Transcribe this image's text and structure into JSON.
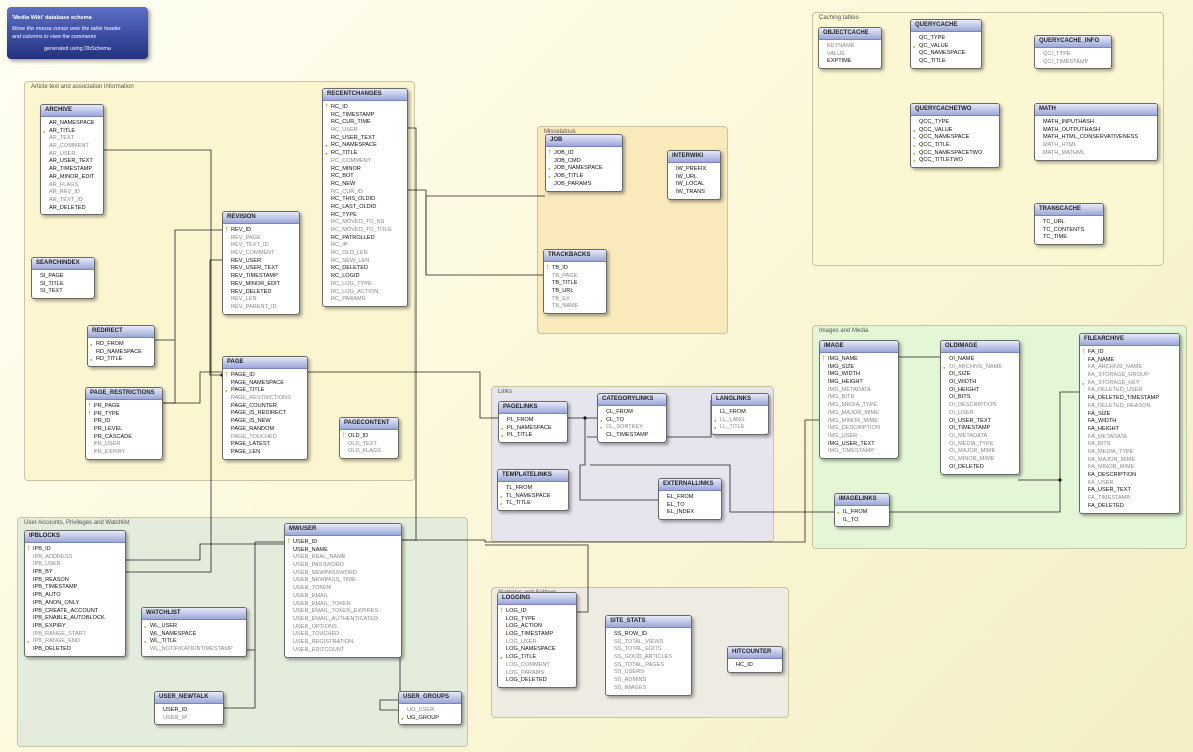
{
  "info": {
    "title": "'Media Wiki' database schema",
    "hint_line1": "Move the mouse cursor over the table header",
    "hint_line2": "and columns to view the comments",
    "generated": "generated using DbSchema"
  },
  "groups": [
    {
      "label": "Article text and association information",
      "color": "#fbf6cf"
    },
    {
      "label": "Miscelatous",
      "color": "#f9e9bb"
    },
    {
      "label": "Caching tables",
      "color": "#fbf7d3"
    },
    {
      "label": "Images and Media",
      "color": "#e3f6d5"
    },
    {
      "label": "Links",
      "color": "#e6e4ec"
    },
    {
      "label": "User Accounts, Privileges and Watchlist",
      "color": "#e4ecdc"
    },
    {
      "label": "Statistics and Settings",
      "color": "#eeebe2"
    }
  ],
  "tables": [
    {
      "name": "ARCHIVE",
      "columns": [
        {
          "n": "AR_NAMESPACE"
        },
        {
          "n": "AR_TITLE",
          "k": "idx"
        },
        {
          "n": "AR_TEXT",
          "d": true
        },
        {
          "n": "AR_COMMENT",
          "d": true
        },
        {
          "n": "AR_USER",
          "d": true
        },
        {
          "n": "AR_USER_TEXT"
        },
        {
          "n": "AR_TIMESTAMP"
        },
        {
          "n": "AR_MINOR_EDIT"
        },
        {
          "n": "AR_FLAGS",
          "d": true
        },
        {
          "n": "AR_REV_ID",
          "d": true
        },
        {
          "n": "AR_TEXT_ID",
          "d": true
        },
        {
          "n": "AR_DELETED"
        }
      ]
    },
    {
      "name": "SEARCHINDEX",
      "columns": [
        {
          "n": "SI_PAGE"
        },
        {
          "n": "SI_TITLE"
        },
        {
          "n": "SI_TEXT"
        }
      ]
    },
    {
      "name": "REDIRECT",
      "columns": [
        {
          "n": "RD_FROM",
          "k": "idx"
        },
        {
          "n": "RD_NAMESPACE"
        },
        {
          "n": "RD_TITLE",
          "k": "idx"
        }
      ]
    },
    {
      "name": "PAGE_RESTRICTIONS",
      "columns": [
        {
          "n": "PR_PAGE",
          "k": "pk"
        },
        {
          "n": "PR_TYPE",
          "k": "pk"
        },
        {
          "n": "PR_ID"
        },
        {
          "n": "PR_LEVEL"
        },
        {
          "n": "PR_CASCADE"
        },
        {
          "n": "PR_USER",
          "d": true
        },
        {
          "n": "PR_EXPIRY",
          "d": true
        }
      ]
    },
    {
      "name": "REVISION",
      "columns": [
        {
          "n": "REV_ID",
          "k": "pk"
        },
        {
          "n": "REV_PAGE",
          "d": true
        },
        {
          "n": "REV_TEXT_ID",
          "d": true
        },
        {
          "n": "REV_COMMENT",
          "d": true
        },
        {
          "n": "REV_USER"
        },
        {
          "n": "REV_USER_TEXT"
        },
        {
          "n": "REV_TIMESTAMP"
        },
        {
          "n": "REV_MINOR_EDIT"
        },
        {
          "n": "REV_DELETED"
        },
        {
          "n": "REV_LEN",
          "d": true
        },
        {
          "n": "REV_PARENT_ID",
          "d": true
        }
      ]
    },
    {
      "name": "PAGE",
      "columns": [
        {
          "n": "PAGE_ID",
          "k": "pk"
        },
        {
          "n": "PAGE_NAMESPACE"
        },
        {
          "n": "PAGE_TITLE",
          "k": "idx"
        },
        {
          "n": "PAGE_RESTRICTIONS",
          "d": true
        },
        {
          "n": "PAGE_COUNTER"
        },
        {
          "n": "PAGE_IS_REDIRECT"
        },
        {
          "n": "PAGE_IS_NEW"
        },
        {
          "n": "PAGE_RANDOM"
        },
        {
          "n": "PAGE_TOUCHED",
          "d": true
        },
        {
          "n": "PAGE_LATEST"
        },
        {
          "n": "PAGE_LEN"
        }
      ]
    },
    {
      "name": "RECENTCHANGES",
      "columns": [
        {
          "n": "RC_ID",
          "k": "pk"
        },
        {
          "n": "RC_TIMESTAMP"
        },
        {
          "n": "RC_CUR_TIME"
        },
        {
          "n": "RC_USER",
          "d": true
        },
        {
          "n": "RC_USER_TEXT"
        },
        {
          "n": "RC_NAMESPACE",
          "k": "idx"
        },
        {
          "n": "RC_TITLE",
          "k": "idx"
        },
        {
          "n": "RC_COMMENT",
          "d": true
        },
        {
          "n": "RC_MINOR"
        },
        {
          "n": "RC_BOT"
        },
        {
          "n": "RC_NEW"
        },
        {
          "n": "RC_CUR_ID",
          "d": true
        },
        {
          "n": "RC_THIS_OLDID"
        },
        {
          "n": "RC_LAST_OLDID"
        },
        {
          "n": "RC_TYPE"
        },
        {
          "n": "RC_MOVED_TO_NS",
          "d": true
        },
        {
          "n": "RC_MOVED_TO_TITLE",
          "d": true
        },
        {
          "n": "RC_PATROLLED"
        },
        {
          "n": "RC_IP",
          "d": true
        },
        {
          "n": "RC_OLD_LEN",
          "d": true
        },
        {
          "n": "RC_NEW_LEN",
          "d": true
        },
        {
          "n": "RC_DELETED"
        },
        {
          "n": "RC_LOGID"
        },
        {
          "n": "RC_LOG_TYPE",
          "d": true
        },
        {
          "n": "RC_LOG_ACTION",
          "d": true
        },
        {
          "n": "RC_PARAMS",
          "d": true
        }
      ]
    },
    {
      "name": "PAGECONTENT",
      "columns": [
        {
          "n": "OLD_ID",
          "k": "pk"
        },
        {
          "n": "OLD_TEXT",
          "d": true
        },
        {
          "n": "OLD_FLAGS",
          "d": true
        }
      ]
    },
    {
      "name": "JOB",
      "columns": [
        {
          "n": "JOB_ID",
          "k": "pk"
        },
        {
          "n": "JOB_CMD"
        },
        {
          "n": "JOB_NAMESPACE",
          "k": "idx"
        },
        {
          "n": "JOB_TITLE",
          "k": "idx"
        },
        {
          "n": "JOB_PARAMS"
        }
      ]
    },
    {
      "name": "INTERWIKI",
      "columns": [
        {
          "n": "IW_PREFIX"
        },
        {
          "n": "IW_URL"
        },
        {
          "n": "IW_LOCAL"
        },
        {
          "n": "IW_TRANS"
        }
      ]
    },
    {
      "name": "TRACKBACKS",
      "columns": [
        {
          "n": "TB_ID",
          "k": "pk"
        },
        {
          "n": "TB_PAGE",
          "d": true
        },
        {
          "n": "TB_TITLE"
        },
        {
          "n": "TB_URL"
        },
        {
          "n": "TB_EX",
          "d": true
        },
        {
          "n": "TB_NAME",
          "d": true
        }
      ]
    },
    {
      "name": "OBJECTCACHE",
      "columns": [
        {
          "n": "KEYNAME",
          "d": true
        },
        {
          "n": "VALUE",
          "d": true
        },
        {
          "n": "EXPTIME"
        }
      ]
    },
    {
      "name": "QUERYCACHE",
      "columns": [
        {
          "n": "QC_TYPE"
        },
        {
          "n": "QC_VALUE",
          "k": "idx"
        },
        {
          "n": "QC_NAMESPACE"
        },
        {
          "n": "QC_TITLE"
        }
      ]
    },
    {
      "name": "QUERYCACHE_INFO",
      "columns": [
        {
          "n": "QCI_TYPE",
          "d": true
        },
        {
          "n": "QCI_TIMESTAMP",
          "d": true
        }
      ]
    },
    {
      "name": "QUERYCACHETWO",
      "columns": [
        {
          "n": "QCC_TYPE"
        },
        {
          "n": "QCC_VALUE",
          "k": "idx"
        },
        {
          "n": "QCC_NAMESPACE",
          "k": "idx"
        },
        {
          "n": "QCC_TITLE",
          "k": "idx"
        },
        {
          "n": "QCC_NAMESPACETWO",
          "k": "idx"
        },
        {
          "n": "QCC_TITLETWO",
          "k": "idx"
        }
      ]
    },
    {
      "name": "MATH",
      "columns": [
        {
          "n": "MATH_INPUTHASH"
        },
        {
          "n": "MATH_OUTPUTHASH"
        },
        {
          "n": "MATH_HTML_CONSERVATIVENESS"
        },
        {
          "n": "MATH_HTML",
          "d": true
        },
        {
          "n": "MATH_MATHML",
          "d": true
        }
      ]
    },
    {
      "name": "TRANSCACHE",
      "columns": [
        {
          "n": "TC_URL"
        },
        {
          "n": "TC_CONTENTS"
        },
        {
          "n": "TC_TIME"
        }
      ]
    },
    {
      "name": "IMAGE",
      "columns": [
        {
          "n": "IMG_NAME",
          "k": "pk"
        },
        {
          "n": "IMG_SIZE"
        },
        {
          "n": "IMG_WIDTH"
        },
        {
          "n": "IMG_HEIGHT"
        },
        {
          "n": "IMG_METADATA",
          "d": true
        },
        {
          "n": "IMG_BITS",
          "d": true
        },
        {
          "n": "IMG_MEDIA_TYPE",
          "d": true
        },
        {
          "n": "IMG_MAJOR_MIME",
          "d": true
        },
        {
          "n": "IMG_MINOR_MIME",
          "d": true
        },
        {
          "n": "IMG_DESCRIPTION",
          "d": true
        },
        {
          "n": "IMG_USER",
          "d": true
        },
        {
          "n": "IMG_USER_TEXT"
        },
        {
          "n": "IMG_TIMESTAMP",
          "d": true
        }
      ]
    },
    {
      "name": "OLDIMAGE",
      "columns": [
        {
          "n": "OI_NAME"
        },
        {
          "n": "OI_ARCHIVE_NAME",
          "k": "idx",
          "d": true
        },
        {
          "n": "OI_SIZE"
        },
        {
          "n": "OI_WIDTH"
        },
        {
          "n": "OI_HEIGHT"
        },
        {
          "n": "OI_BITS"
        },
        {
          "n": "OI_DESCRIPTION",
          "d": true
        },
        {
          "n": "OI_USER",
          "d": true
        },
        {
          "n": "OI_USER_TEXT"
        },
        {
          "n": "OI_TIMESTAMP"
        },
        {
          "n": "OI_METADATA",
          "d": true
        },
        {
          "n": "OI_MEDIA_TYPE",
          "d": true
        },
        {
          "n": "OI_MAJOR_MIME",
          "d": true
        },
        {
          "n": "OI_MINOR_MIME",
          "d": true
        },
        {
          "n": "OI_DELETED"
        }
      ]
    },
    {
      "name": "FILEARCHIVE",
      "columns": [
        {
          "n": "FA_ID",
          "k": "pk"
        },
        {
          "n": "FA_NAME"
        },
        {
          "n": "FA_ARCHIVE_NAME",
          "d": true
        },
        {
          "n": "FA_STORAGE_GROUP",
          "d": true
        },
        {
          "n": "FA_STORAGE_KEY",
          "k": "idx",
          "d": true
        },
        {
          "n": "FA_DELETED_USER",
          "d": true
        },
        {
          "n": "FA_DELETED_TIMESTAMP"
        },
        {
          "n": "FA_DELETED_REASON",
          "d": true
        },
        {
          "n": "FA_SIZE"
        },
        {
          "n": "FA_WIDTH"
        },
        {
          "n": "FA_HEIGHT"
        },
        {
          "n": "FA_METADATA",
          "d": true
        },
        {
          "n": "FA_BITS",
          "d": true
        },
        {
          "n": "FA_MEDIA_TYPE",
          "d": true
        },
        {
          "n": "FA_MAJOR_MIME",
          "d": true
        },
        {
          "n": "FA_MINOR_MIME",
          "d": true
        },
        {
          "n": "FA_DESCRIPTION"
        },
        {
          "n": "FA_USER",
          "d": true
        },
        {
          "n": "FA_USER_TEXT"
        },
        {
          "n": "FA_TIMESTAMP",
          "d": true
        },
        {
          "n": "FA_DELETED"
        }
      ]
    },
    {
      "name": "IMAGELINKS",
      "columns": [
        {
          "n": "IL_FROM",
          "k": "idx"
        },
        {
          "n": "IL_TO"
        }
      ]
    },
    {
      "name": "PAGELINKS",
      "columns": [
        {
          "n": "PL_FROM"
        },
        {
          "n": "PL_NAMESPACE",
          "k": "idx"
        },
        {
          "n": "PL_TITLE",
          "k": "idx"
        }
      ]
    },
    {
      "name": "CATEGORYLINKS",
      "columns": [
        {
          "n": "CL_FROM"
        },
        {
          "n": "CL_TO",
          "k": "idx"
        },
        {
          "n": "CL_SORTKEY",
          "k": "idx",
          "d": true
        },
        {
          "n": "CL_TIMESTAMP"
        }
      ]
    },
    {
      "name": "LANGLINKS",
      "columns": [
        {
          "n": "LL_FROM"
        },
        {
          "n": "LL_LANG",
          "k": "idx",
          "d": true
        },
        {
          "n": "LL_TITLE",
          "k": "idx",
          "d": true
        }
      ]
    },
    {
      "name": "TEMPLATELINKS",
      "columns": [
        {
          "n": "TL_FROM"
        },
        {
          "n": "TL_NAMESPACE",
          "k": "idx"
        },
        {
          "n": "TL_TITLE",
          "k": "idx"
        }
      ]
    },
    {
      "name": "EXTERNALLINKS",
      "columns": [
        {
          "n": "EL_FROM"
        },
        {
          "n": "EL_TO"
        },
        {
          "n": "EL_INDEX"
        }
      ]
    },
    {
      "name": "IPBLOCKS",
      "columns": [
        {
          "n": "IPB_ID",
          "k": "pk"
        },
        {
          "n": "IPB_ADDRESS",
          "d": true
        },
        {
          "n": "IPB_USER",
          "d": true
        },
        {
          "n": "IPB_BY"
        },
        {
          "n": "IPB_REASON"
        },
        {
          "n": "IPB_TIMESTAMP"
        },
        {
          "n": "IPB_AUTO"
        },
        {
          "n": "IPB_ANON_ONLY"
        },
        {
          "n": "IPB_CREATE_ACCOUNT"
        },
        {
          "n": "IPB_ENABLE_AUTOBLOCK"
        },
        {
          "n": "IPB_EXPIRY"
        },
        {
          "n": "IPB_RANGE_START",
          "d": true
        },
        {
          "n": "IPB_RANGE_END",
          "k": "idx",
          "d": true
        },
        {
          "n": "IPB_DELETED"
        }
      ]
    },
    {
      "name": "WATCHLIST",
      "columns": [
        {
          "n": "WL_USER",
          "k": "idx"
        },
        {
          "n": "WL_NAMESPACE"
        },
        {
          "n": "WL_TITLE",
          "k": "idx"
        },
        {
          "n": "WL_NOTIFICATIONTIMESTAMP",
          "d": true
        }
      ]
    },
    {
      "name": "MWUSER",
      "columns": [
        {
          "n": "USER_ID",
          "k": "pk"
        },
        {
          "n": "USER_NAME"
        },
        {
          "n": "USER_REAL_NAME",
          "d": true
        },
        {
          "n": "USER_PASSWORD",
          "d": true
        },
        {
          "n": "USER_NEWPASSWORD",
          "d": true
        },
        {
          "n": "USER_NEWPASS_TIME",
          "d": true
        },
        {
          "n": "USER_TOKEN",
          "d": true
        },
        {
          "n": "USER_EMAIL",
          "d": true
        },
        {
          "n": "USER_EMAIL_TOKEN",
          "d": true
        },
        {
          "n": "USER_EMAIL_TOKEN_EXPIRES",
          "d": true
        },
        {
          "n": "USER_EMAIL_AUTHENTICATED",
          "d": true
        },
        {
          "n": "USER_OPTIONS",
          "d": true
        },
        {
          "n": "USER_TOUCHED",
          "d": true
        },
        {
          "n": "USER_REGISTRATION",
          "d": true
        },
        {
          "n": "USER_EDITCOUNT",
          "d": true
        }
      ]
    },
    {
      "name": "USER_NEWTALK",
      "columns": [
        {
          "n": "USER_ID"
        },
        {
          "n": "USER_IP",
          "d": true
        }
      ]
    },
    {
      "name": "USER_GROUPS",
      "columns": [
        {
          "n": "UG_USER",
          "d": true
        },
        {
          "n": "UG_GROUP",
          "k": "idx"
        }
      ]
    },
    {
      "name": "LOGGING",
      "columns": [
        {
          "n": "LOG_ID",
          "k": "pk"
        },
        {
          "n": "LOG_TYPE"
        },
        {
          "n": "LOG_ACTION"
        },
        {
          "n": "LOG_TIMESTAMP"
        },
        {
          "n": "LOG_USER",
          "d": true
        },
        {
          "n": "LOG_NAMESPACE"
        },
        {
          "n": "LOG_TITLE",
          "k": "idx"
        },
        {
          "n": "LOG_COMMENT",
          "d": true
        },
        {
          "n": "LOG_PARAMS",
          "d": true
        },
        {
          "n": "LOG_DELETED"
        }
      ]
    },
    {
      "name": "SITE_STATS",
      "columns": [
        {
          "n": "SS_ROW_ID"
        },
        {
          "n": "SS_TOTAL_VIEWS",
          "d": true
        },
        {
          "n": "SS_TOTAL_EDITS",
          "d": true
        },
        {
          "n": "SS_GOOD_ARTICLES",
          "d": true
        },
        {
          "n": "SS_TOTAL_PAGES",
          "d": true
        },
        {
          "n": "SS_USERS",
          "d": true
        },
        {
          "n": "SS_ADMINS",
          "d": true
        },
        {
          "n": "SS_IMAGES",
          "d": true
        }
      ]
    },
    {
      "name": "HITCOUNTER",
      "columns": [
        {
          "n": "HC_ID"
        }
      ]
    }
  ]
}
